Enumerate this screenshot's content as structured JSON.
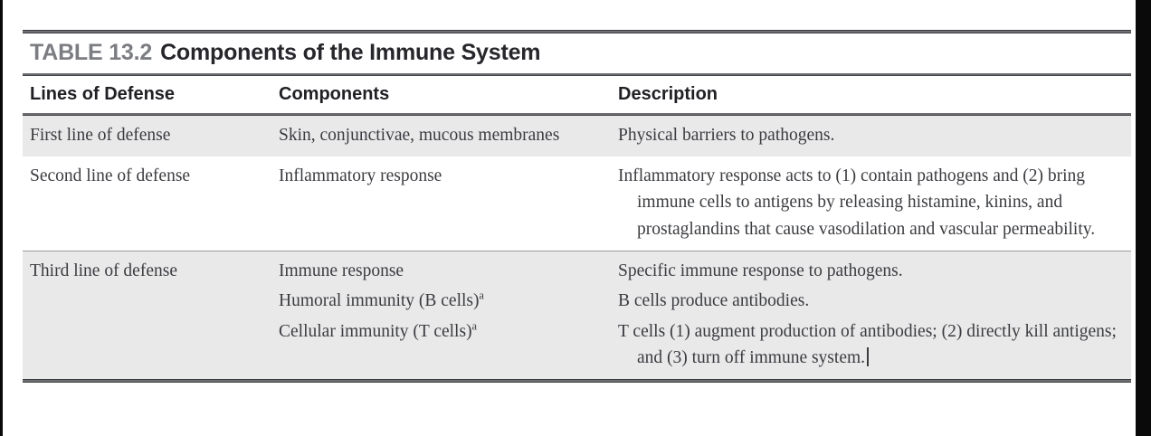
{
  "table": {
    "label": "TABLE 13.2",
    "title": "Components of the Immune System",
    "columns": [
      "Lines of Defense",
      "Components",
      "Description"
    ],
    "sections": [
      {
        "shaded": true,
        "line": "First line of defense",
        "rows": [
          {
            "component": "Skin, conjunctivae, mucous membranes",
            "component_footnote": "",
            "description": "Physical barriers to pathogens."
          }
        ]
      },
      {
        "shaded": false,
        "line": "Second line of defense",
        "rows": [
          {
            "component": "Inflammatory response",
            "component_footnote": "",
            "description": "Inflammatory response acts to (1) contain pathogens and (2) bring immune cells to antigens by releasing histamine, kinins, and prostaglandins that cause vasodilation and vascular permeability."
          }
        ]
      },
      {
        "shaded": true,
        "line": "Third line of defense",
        "rows": [
          {
            "component": "Immune response",
            "component_footnote": "",
            "description": "Specific immune response to pathogens."
          },
          {
            "component": "Humoral immunity (B cells)",
            "component_footnote": "a",
            "description": "B cells produce antibodies."
          },
          {
            "component": "Cellular immunity (T cells)",
            "component_footnote": "a",
            "description": "T cells (1) augment production of antibodies; (2) directly kill antigens; and (3) turn off immune system."
          }
        ]
      }
    ]
  }
}
